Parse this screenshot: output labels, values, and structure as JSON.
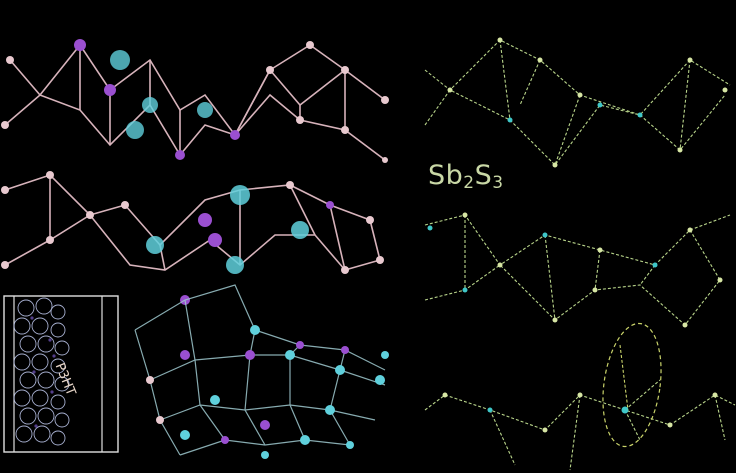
{
  "labels": {
    "sb2s3_prefix": "Sb",
    "sb2s3_sub1": "2",
    "sb2s3_mid": "S",
    "sb2s3_sub2": "3",
    "p3ht": "P3HT"
  },
  "colors": {
    "background": "#000000",
    "pink_bond": "#d7b3bb",
    "purple_atom": "#9a4fd0",
    "cyan_atom": "#5fd0dc",
    "green_bond": "#b8d48a",
    "teal_node": "#3fc7c8",
    "label_green": "#c9d8a6",
    "inset_border": "#e0e0e0"
  }
}
